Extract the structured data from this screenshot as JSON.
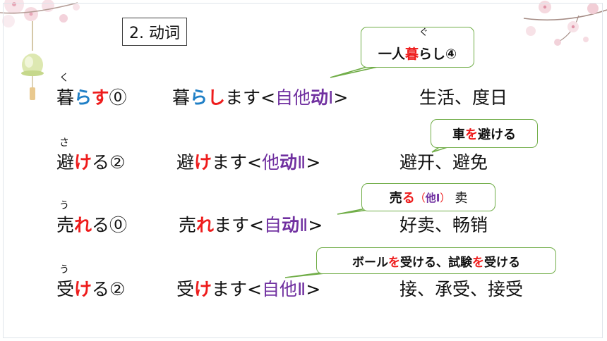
{
  "title": "2. 动词",
  "colors": {
    "blue": "#1f7fc6",
    "red": "#ee1c1c",
    "purple": "#7030a0",
    "callout_border": "#70ad47"
  },
  "decorations": [
    "cherry-blossom-icon",
    "wind-chime-icon"
  ],
  "rows": [
    {
      "ruby": "く",
      "dict": {
        "stem": "暮",
        "k1": "ら",
        "k2": "す",
        "accent": "⓪"
      },
      "masu": {
        "stem": "暮",
        "k1": "ら",
        "k2": "し",
        "rest": "ます",
        "open": "<",
        "cat1": "自他",
        "cat2": "动",
        "num": "Ⅰ",
        "close": ">"
      },
      "meaning": "生活、度日"
    },
    {
      "ruby": "さ",
      "dict": {
        "stem": "避",
        "k1": "け",
        "rest": "る",
        "accent": "②"
      },
      "masu": {
        "stem": "避",
        "k1": "け",
        "rest": "ます",
        "open": "<",
        "cat1": "他",
        "cat2": "动",
        "num": "Ⅱ",
        "close": ">"
      },
      "meaning": "避开、避免"
    },
    {
      "ruby": "う",
      "dict": {
        "stem": "売",
        "k1": "れ",
        "rest": "る",
        "accent": "⓪"
      },
      "masu": {
        "stem": "売",
        "k1": "れ",
        "rest": "ます",
        "open": "<",
        "cat1": "自",
        "cat2": "动",
        "num": "Ⅱ",
        "close": ">"
      },
      "meaning": "好卖、畅销"
    },
    {
      "ruby": "う",
      "dict": {
        "stem": "受",
        "k1": "け",
        "rest": "る",
        "accent": "②"
      },
      "masu": {
        "stem": "受",
        "k1": "け",
        "rest": "ます",
        "open": "<",
        "cat1": "自他",
        "num": "Ⅱ",
        "close": ">"
      },
      "meaning": "接、承受、接受"
    }
  ],
  "callouts": {
    "c1": {
      "ruby": "ぐ",
      "pre": "一人",
      "hl": "暮",
      "post": "らし",
      "accent": "④"
    },
    "c2": {
      "pre": "車",
      "hl": "を",
      "post": "避ける"
    },
    "c3": {
      "pre": "売",
      "hl": "る",
      "open": "（",
      "mid": "他Ⅰ",
      "close": "）",
      "post": "卖"
    },
    "c4": {
      "a": "ボール",
      "b": "を",
      "c": "受ける、試験",
      "d": "を",
      "e": "受ける"
    }
  }
}
